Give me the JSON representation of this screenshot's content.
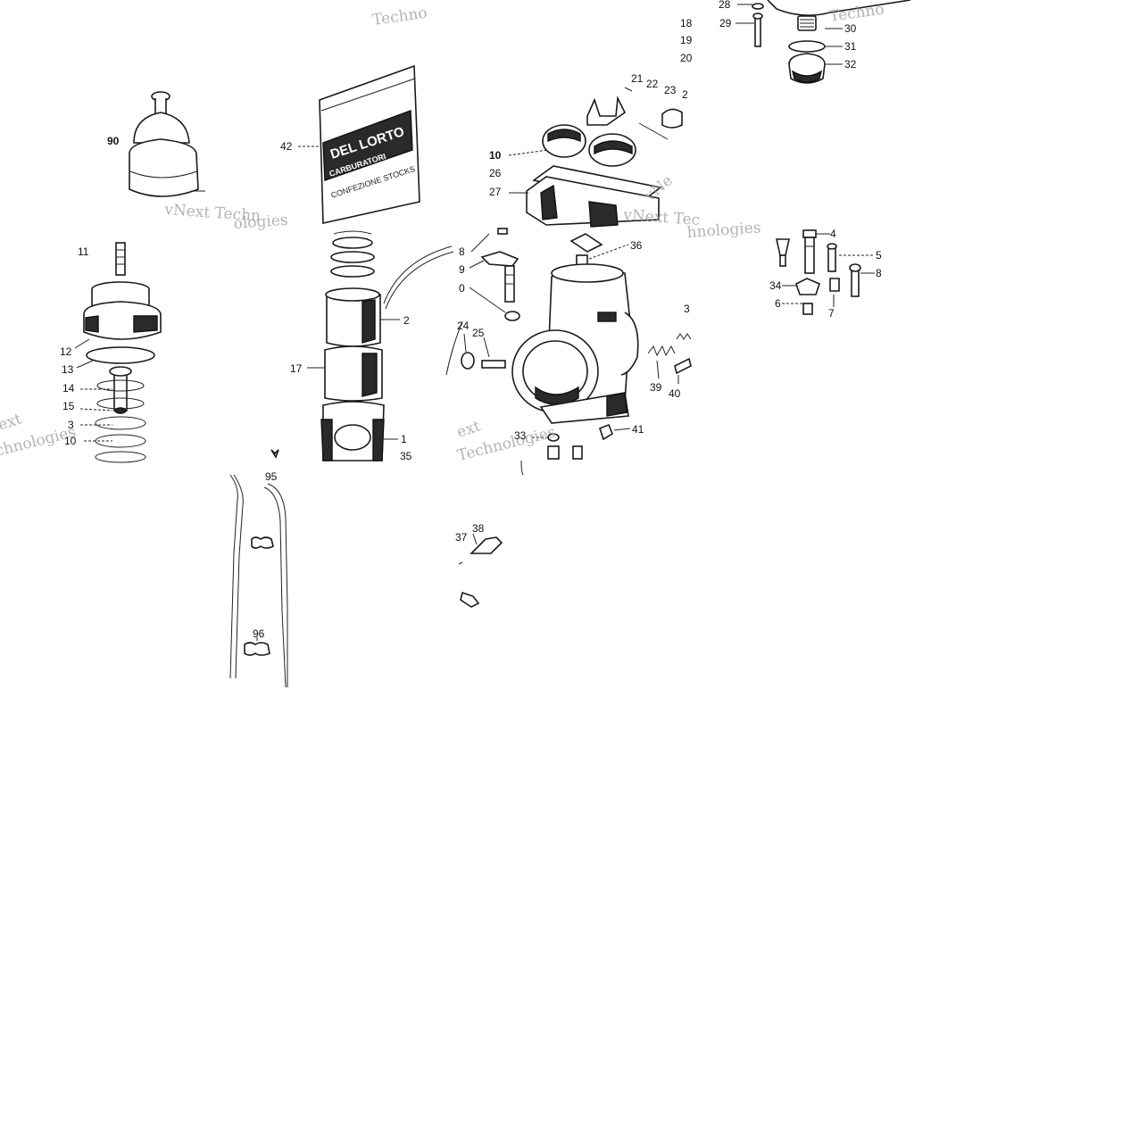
{
  "watermarks": [
    "Techno",
    "Techno",
    "vNext Techn",
    "ologies",
    "vNext Tec",
    "hnologies",
    "vNe",
    "ext",
    "chnologies",
    "ext",
    "Technologies"
  ],
  "bag": {
    "brand": "DEL LORTO",
    "line2": "CARBURATORI",
    "line3": "CONFEZIONE   STOCKS"
  },
  "callouts": [
    {
      "id": "c28",
      "text": "28"
    },
    {
      "id": "c29",
      "text": "29"
    },
    {
      "id": "c18a",
      "text": "18"
    },
    {
      "id": "c19",
      "text": "19"
    },
    {
      "id": "c20",
      "text": "20"
    },
    {
      "id": "c30",
      "text": "30"
    },
    {
      "id": "c31",
      "text": "31"
    },
    {
      "id": "c32",
      "text": "32"
    },
    {
      "id": "c90",
      "text": "90"
    },
    {
      "id": "c42",
      "text": "42"
    },
    {
      "id": "c21",
      "text": "21"
    },
    {
      "id": "c22",
      "text": "22"
    },
    {
      "id": "c23",
      "text": "23"
    },
    {
      "id": "c24b",
      "text": "2"
    },
    {
      "id": "c10a",
      "text": "10"
    },
    {
      "id": "c26",
      "text": "26"
    },
    {
      "id": "c27",
      "text": "27"
    },
    {
      "id": "c11",
      "text": "11"
    },
    {
      "id": "c8a",
      "text": "8"
    },
    {
      "id": "c9",
      "text": "9"
    },
    {
      "id": "c0",
      "text": "0"
    },
    {
      "id": "c36",
      "text": "36"
    },
    {
      "id": "c4",
      "text": "4"
    },
    {
      "id": "c5",
      "text": "5"
    },
    {
      "id": "c34",
      "text": "34"
    },
    {
      "id": "c8b",
      "text": "8"
    },
    {
      "id": "c6",
      "text": "6"
    },
    {
      "id": "c7",
      "text": "7"
    },
    {
      "id": "c2",
      "text": "2"
    },
    {
      "id": "c12",
      "text": "12"
    },
    {
      "id": "c13",
      "text": "13"
    },
    {
      "id": "c17",
      "text": "17"
    },
    {
      "id": "c24",
      "text": "24"
    },
    {
      "id": "c25",
      "text": "25"
    },
    {
      "id": "c3r",
      "text": "3"
    },
    {
      "id": "c14",
      "text": "14"
    },
    {
      "id": "c39",
      "text": "39"
    },
    {
      "id": "c40",
      "text": "40"
    },
    {
      "id": "c15",
      "text": "15"
    },
    {
      "id": "c3",
      "text": "3"
    },
    {
      "id": "c10b",
      "text": "10"
    },
    {
      "id": "c1",
      "text": "1"
    },
    {
      "id": "c35",
      "text": "35"
    },
    {
      "id": "c33",
      "text": "33"
    },
    {
      "id": "c41",
      "text": "41"
    },
    {
      "id": "c95",
      "text": "95"
    },
    {
      "id": "c37",
      "text": "37"
    },
    {
      "id": "c38",
      "text": "38"
    },
    {
      "id": "c96",
      "text": "96"
    }
  ]
}
